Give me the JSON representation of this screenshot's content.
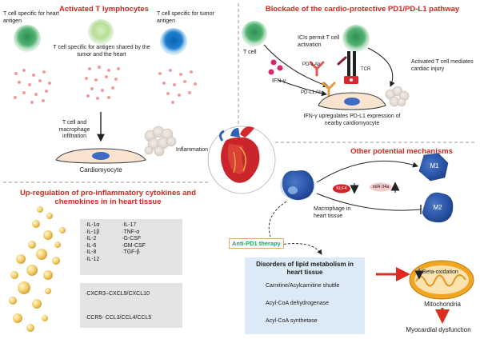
{
  "panels": {
    "activated_t": {
      "title": "Activated T lymphocytes",
      "heart_antigen": "T cell specific for heart antigen",
      "shared_antigen": "T cell specific for antigen shared by the tumor and the heart",
      "tumor_antigen": "T cell specific for tumor antigen",
      "infiltration": "T cell and macrophage infiltration",
      "inflammation": "Inflammation",
      "cardiomyocyte": "Cardiomyocyte"
    },
    "blockade": {
      "title": "Blockade of the cardio-protective PD1/PD-L1 pathway",
      "t_cell": "T cell",
      "icis": "ICIs permit T cell activation",
      "pd1_ab": "PD-1 Ab",
      "tcr": "TCR",
      "ifn": "IFN-γ",
      "pdl1_ab": "PD-L1 Ab",
      "activated": "Activated T cell mediates cardiac injury",
      "upregulates": "IFN-γ upregulates PD-L1 expression of nearby cardiomyocyte"
    },
    "cytokines": {
      "title": "Up-regulation of pro-inflammatory cytokines and chemokines in in heart tissue",
      "col1": [
        "·IL-1α",
        "·IL-1β",
        "·IL-2",
        "·IL-6",
        "·IL-8",
        "·IL-12"
      ],
      "col2": [
        "·IL-17",
        "·TNF-α",
        "·G-CSF",
        "·GM-CSF",
        "·TGF-β"
      ],
      "chem1": "·CXCR3–CXCL9/CXCL10",
      "chem2": "·CCR5- CCL3/CCL4/CCL5"
    },
    "other": {
      "title": "Other potential mechanisms",
      "m1": "M1",
      "m2": "M2",
      "klf4": "KLF4",
      "mir": "miR-34a",
      "macrophage": "Macrophage in heart tissue",
      "anti_pd1": "Anti-PD1 therapy",
      "lipid_title": "Disorders of lipid metabolism in heart tissue",
      "lipid_items": [
        "Carnitine/Acylcarnitine shuttle",
        "Acyl-CoA dehydrogenase",
        "Acyl-CoA synthetase"
      ],
      "beta": "Beta-oxidation",
      "mitochondria": "Mitochondria",
      "dysfunction": "Myocardial dysfunction"
    }
  }
}
